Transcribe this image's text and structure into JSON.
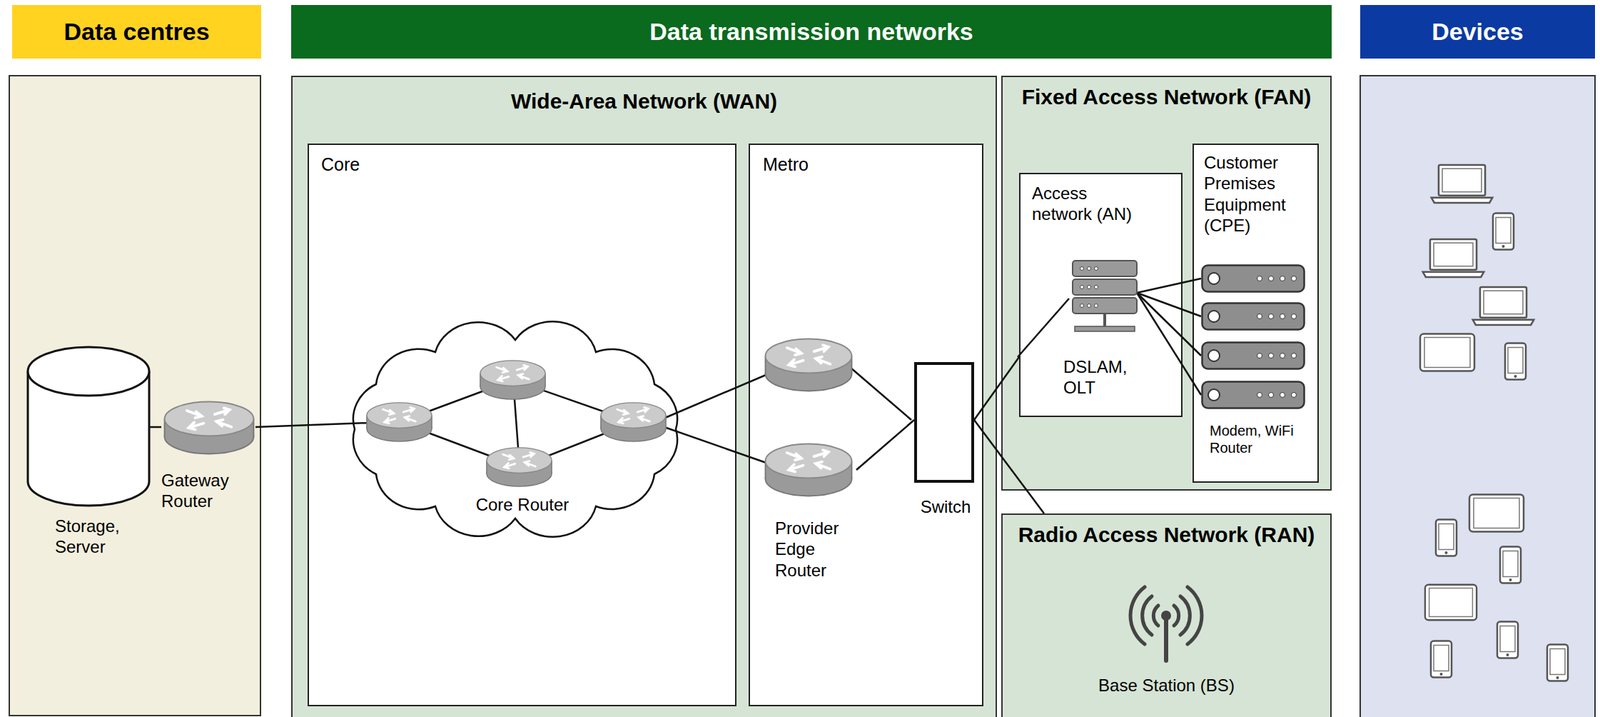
{
  "diagram": {
    "nodes": [
      {
        "text": [
          "Data centres"
        ]
      },
      {
        "text": [
          "Data transmission networks"
        ]
      },
      {
        "text": [
          "Devices"
        ]
      },
      {
        "text": [
          "Storage, Server"
        ]
      },
      {
        "text": [
          "Gateway Router"
        ]
      },
      {
        "text": [
          "Wide-Area Network (WAN)"
        ]
      },
      {
        "text": [
          "Core"
        ],
        "in": 5
      },
      {
        "text": [
          "Core Router"
        ],
        "in": 6
      },
      {
        "text": [
          "Metro"
        ],
        "in": 5
      },
      {
        "text": [
          "Provider Edge Router"
        ],
        "in": 8
      },
      {
        "text": [
          "Switch"
        ],
        "in": 8
      },
      {
        "text": [
          "Fixed Access Network (FAN)"
        ]
      },
      {
        "text": [
          "Access network (AN)",
          "DSLAM, OLT"
        ],
        "in": 11
      },
      {
        "text": [
          "Customer Premises Equipment (CPE)",
          "Modem, WiFi Router"
        ],
        "in": 11
      },
      {
        "text": [
          "Radio Access Network (RAN)",
          "Base Station (BS)"
        ]
      }
    ],
    "edges": [
      {
        "from": 3,
        "to": 4,
        "arrow": "none"
      },
      {
        "from": 9,
        "to": 10,
        "arrow": "none"
      },
      {
        "from": 10,
        "to": 12,
        "arrow": "none"
      },
      {
        "from": 10,
        "to": 14,
        "arrow": "none"
      }
    ]
  }
}
